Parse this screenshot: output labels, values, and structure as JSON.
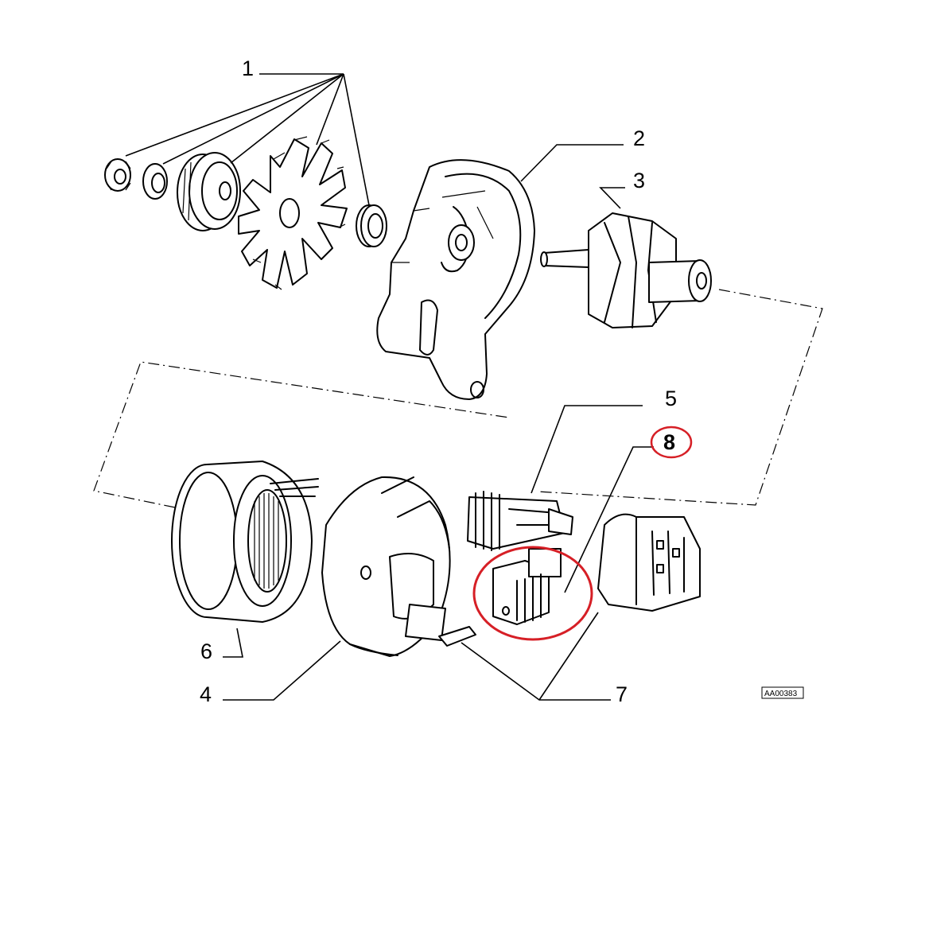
{
  "callouts": {
    "c1": "1",
    "c2": "2",
    "c3": "3",
    "c4": "4",
    "c5": "5",
    "c6": "6",
    "c7": "7",
    "c8": "8"
  },
  "reference_code": "AA00383",
  "colors": {
    "line": "#000000",
    "highlight": "#d61f26",
    "background": "#ffffff"
  },
  "highlighted_part": "8"
}
